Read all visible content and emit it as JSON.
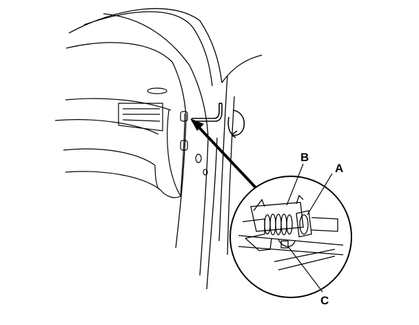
{
  "callouts": {
    "a": "A",
    "b": "B",
    "c": "C"
  },
  "colors": {
    "line": "#000000",
    "background": "#ffffff"
  },
  "icons": [
    "rotation-arrow-icon",
    "hex-wrench-icon",
    "pointer-arrow-icon"
  ]
}
